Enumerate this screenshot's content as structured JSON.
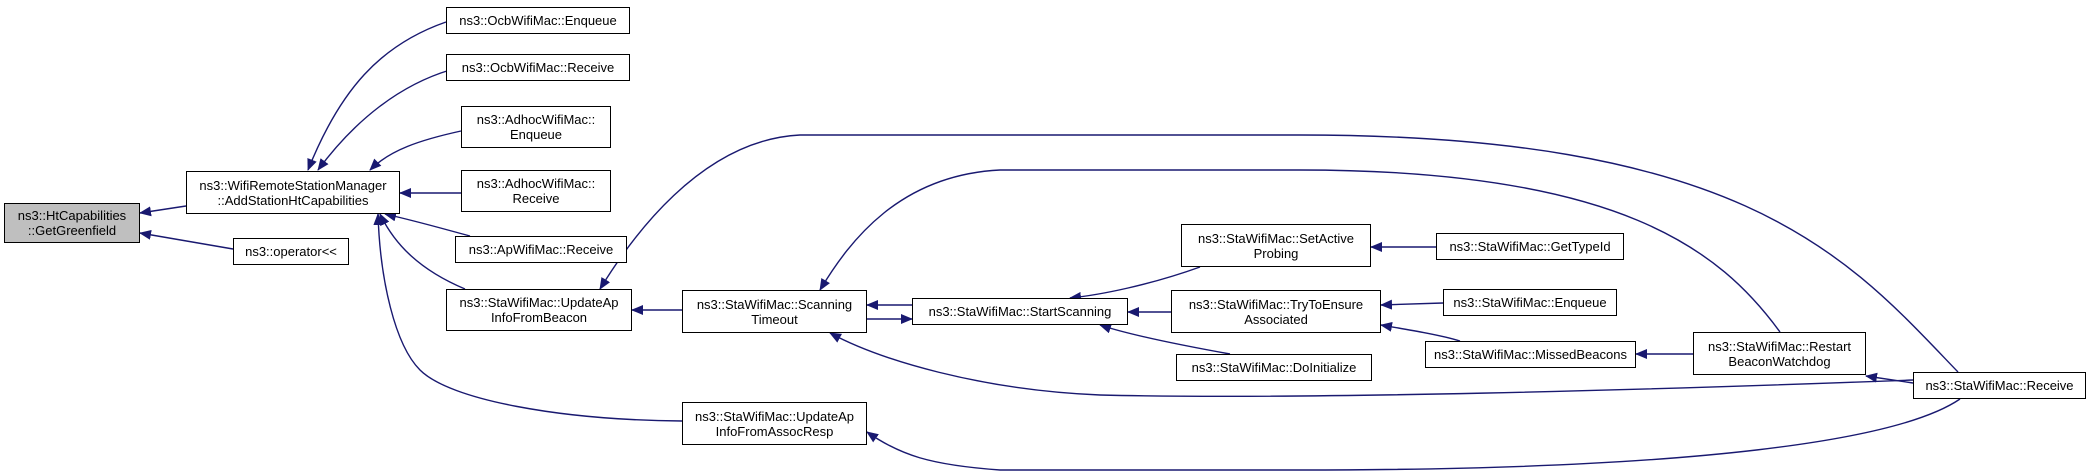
{
  "colors": {
    "edge": "#191970",
    "node_border": "#000000",
    "root_fill": "#bfbfbf",
    "node_fill": "#ffffff"
  },
  "nodes": {
    "root": [
      "ns3::HtCapabilities",
      "::GetGreenfield"
    ],
    "add_station": [
      "ns3::WifiRemoteStationManager",
      "::AddStationHtCapabilities"
    ],
    "operator": [
      "ns3::operator<<"
    ],
    "ocb_enqueue": [
      "ns3::OcbWifiMac::Enqueue"
    ],
    "ocb_receive": [
      "ns3::OcbWifiMac::Receive"
    ],
    "adhoc_enqueue": [
      "ns3::AdhocWifiMac::",
      "Enqueue"
    ],
    "adhoc_receive": [
      "ns3::AdhocWifiMac::",
      "Receive"
    ],
    "ap_receive": [
      "ns3::ApWifiMac::Receive"
    ],
    "update_beacon": [
      "ns3::StaWifiMac::UpdateAp",
      "InfoFromBeacon"
    ],
    "update_assoc": [
      "ns3::StaWifiMac::UpdateAp",
      "InfoFromAssocResp"
    ],
    "scanning_timeout": [
      "ns3::StaWifiMac::Scanning",
      "Timeout"
    ],
    "start_scanning": [
      "ns3::StaWifiMac::StartScanning"
    ],
    "set_active": [
      "ns3::StaWifiMac::SetActive",
      "Probing"
    ],
    "try_ensure": [
      "ns3::StaWifiMac::TryToEnsure",
      "Associated"
    ],
    "do_initialize": [
      "ns3::StaWifiMac::DoInitialize"
    ],
    "get_typeid": [
      "ns3::StaWifiMac::GetTypeId"
    ],
    "sta_enqueue": [
      "ns3::StaWifiMac::Enqueue"
    ],
    "missed_beacons": [
      "ns3::StaWifiMac::MissedBeacons"
    ],
    "restart_watchdog": [
      "ns3::StaWifiMac::Restart",
      "BeaconWatchdog"
    ],
    "sta_receive": [
      "ns3::StaWifiMac::Receive"
    ]
  }
}
